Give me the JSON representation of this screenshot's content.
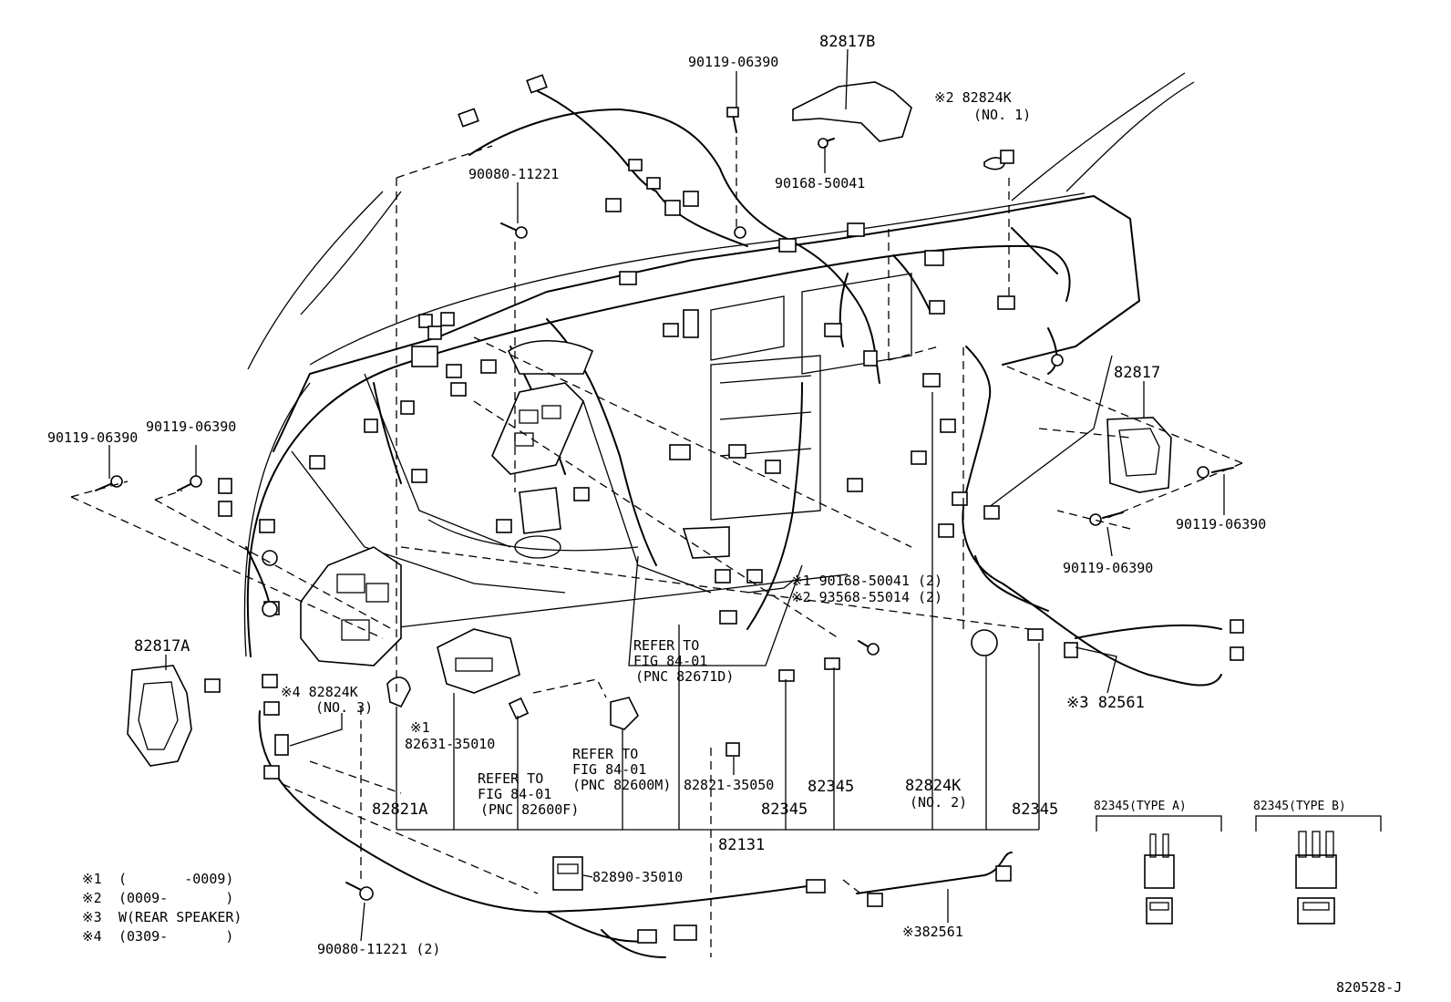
{
  "diagram_id": "820528-J",
  "parts": {
    "p82817B": "82817B",
    "p90119_top": "90119-06390",
    "p82824K_no1_a": "※2 82824K",
    "p82824K_no1_b": "(NO. 1)",
    "p90168": "90168-50041",
    "p90080_top": "90080-11221",
    "p90119_left1": "90119-06390",
    "p90119_left2": "90119-06390",
    "p82817": "82817",
    "p90119_right": "90119-06390",
    "p90119_right2": "90119-06390",
    "p82817A": "82817A",
    "p82824K_no3_a": "※4 82824K",
    "p82824K_no3_b": "(NO. 3)",
    "note1_line": "※1 90168-50041 (2)",
    "note2_line": "※2 93568-55014 (2)",
    "refer_a1": "REFER TO",
    "refer_a2": "FIG 84-01",
    "refer_a3": "(PNC 82671D)",
    "p82631_a": "※1",
    "p82631_b": "82631-35010",
    "refer_b1": "REFER TO",
    "refer_b2": "FIG 84-01",
    "refer_b3": "(PNC 82600M)",
    "refer_c1": "REFER TO",
    "refer_c2": "FIG 84-01",
    "refer_c3": "(PNC 82600F)",
    "p82821_35050": "82821-35050",
    "p82345_a": "82345",
    "p82345_b": "82345",
    "p82345_c": "82345",
    "p82824K_no2_a": "82824K",
    "p82824K_no2_b": "(NO. 2)",
    "p82561_right": "※3 82561",
    "p82821A": "82821A",
    "p82131": "82131",
    "p82890": "82890-35010",
    "p82561_bottom": "※382561",
    "p90080_bottom": "90080-11221 (2)",
    "type_a": "82345(TYPE A)",
    "type_b": "82345(TYPE B)"
  },
  "notes": [
    {
      "mark": "※1",
      "text": "(       -0009)"
    },
    {
      "mark": "※2",
      "text": "(0009-       )"
    },
    {
      "mark": "※3",
      "text": "W(REAR SPEAKER)"
    },
    {
      "mark": "※4",
      "text": "(0309-       )"
    }
  ]
}
